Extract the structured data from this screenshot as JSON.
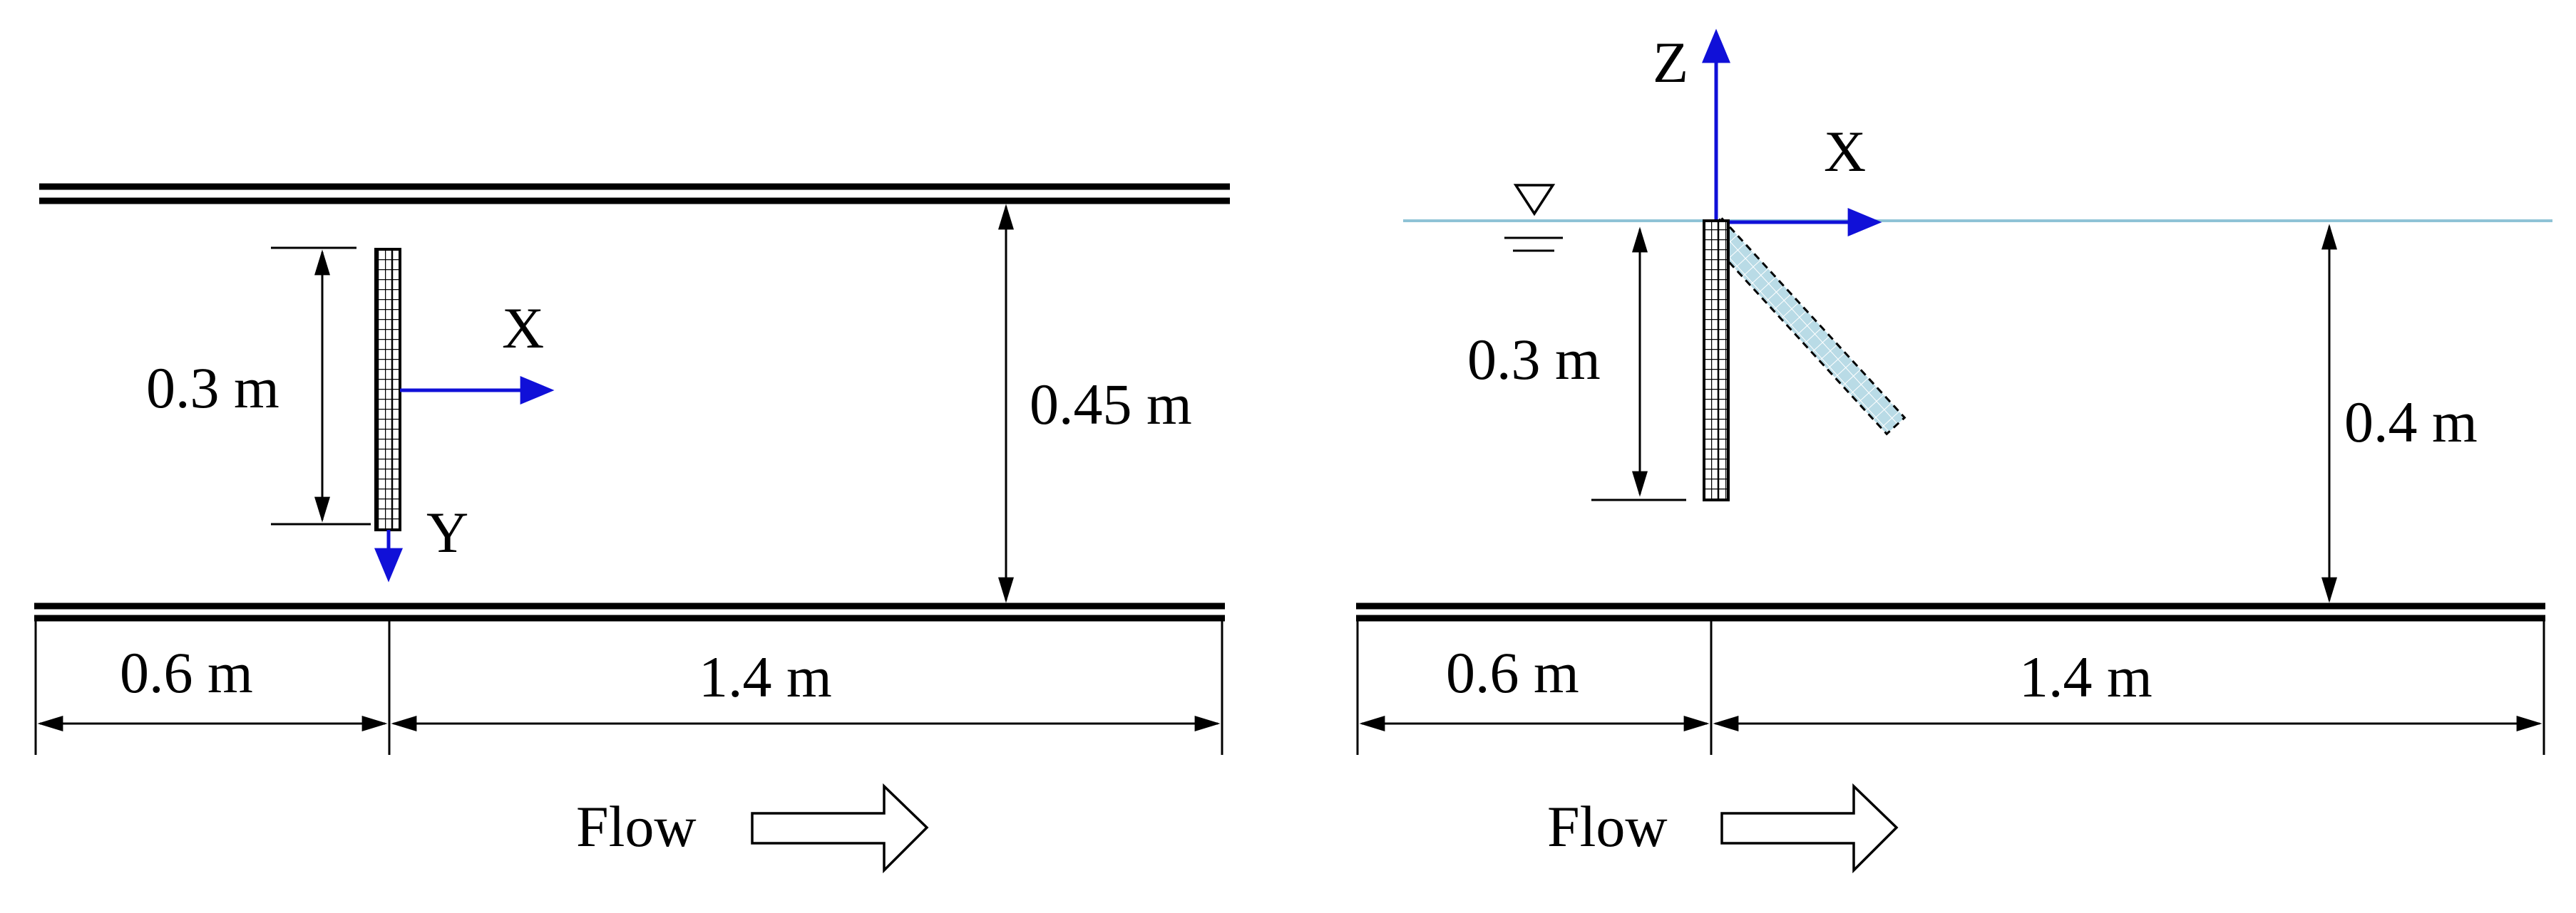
{
  "top_view": {
    "plate_length": "0.3 m",
    "channel_width": "0.45 m",
    "axis_x": "X",
    "axis_y": "Y",
    "upstream_length": "0.6 m",
    "downstream_length": "1.4 m",
    "flow_label": "Flow"
  },
  "side_view": {
    "axis_z": "Z",
    "axis_x": "X",
    "plate_length": "0.3 m",
    "water_depth": "0.4 m",
    "upstream_length": "0.6 m",
    "downstream_length": "1.4 m",
    "flow_label": "Flow"
  },
  "colors": {
    "axis": "#1010d8",
    "water": "#8fc3d6",
    "inclined_plate": "#b9dbe6",
    "line": "#000000"
  }
}
